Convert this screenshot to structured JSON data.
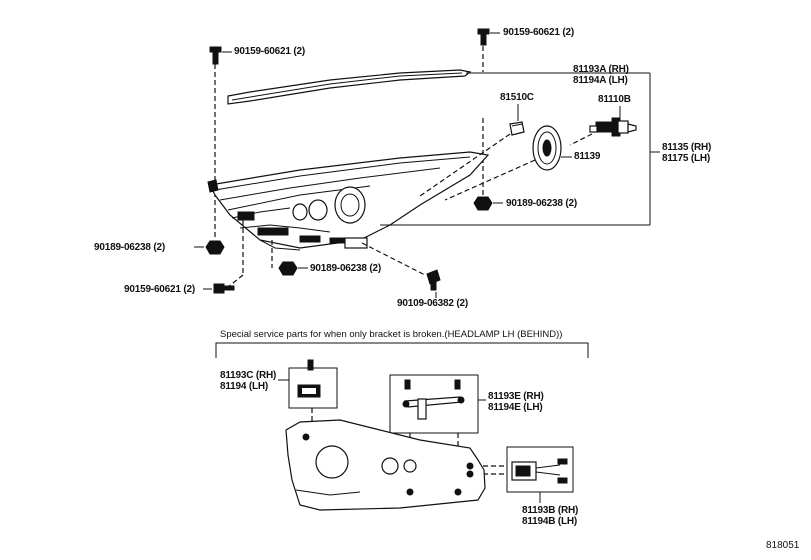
{
  "labels": {
    "bolt_top_left": "90159-60621 (2)",
    "bolt_top_right": "90159-60621 (2)",
    "trim_rh": "81193A (RH)",
    "trim_lh": "81194A (LH)",
    "socket": "81510C",
    "bulb": "81110B",
    "cover": "81139",
    "assy_rh": "81135 (RH)",
    "assy_lh": "81175 (LH)",
    "nut_right": "90189-06238 (2)",
    "nut_left": "90189-06238 (2)",
    "nut_mid": "90189-06238 (2)",
    "bolt_bottom_left": "90159-60621 (2)",
    "screw_bottom": "90109-06382 (2)",
    "special_note": "Special service parts for when only bracket is broken.(HEADLAMP LH (BEHIND))",
    "bracket_c_rh": "81193C (RH)",
    "bracket_c_lh": "81194 (LH)",
    "bracket_e_rh": "81193E (RH)",
    "bracket_e_lh": "81194E (LH)",
    "bracket_b_rh": "81193B (RH)",
    "bracket_b_lh": "81194B (LH)",
    "figure_ref": "818051"
  }
}
